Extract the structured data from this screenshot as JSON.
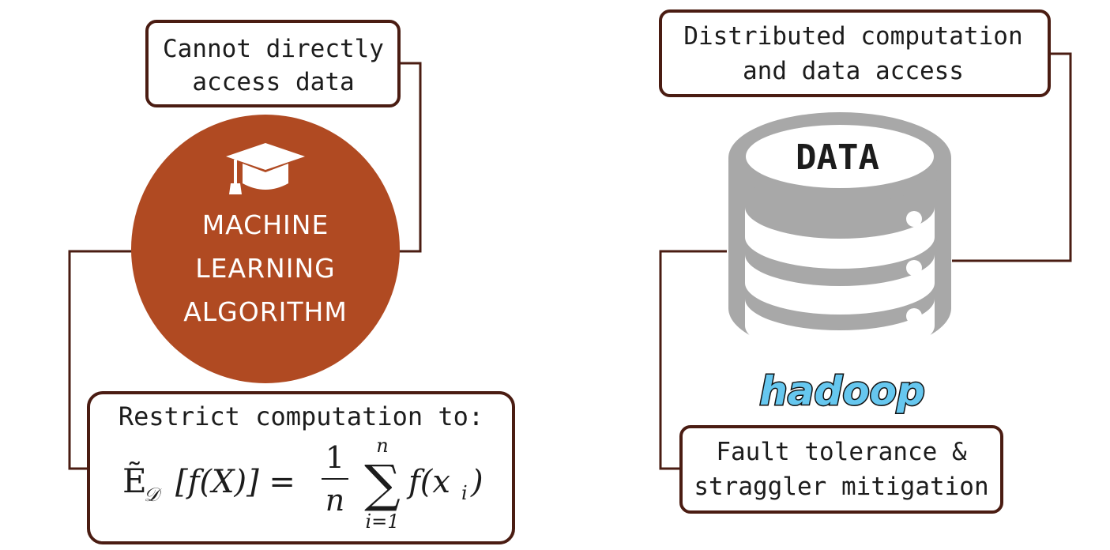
{
  "left": {
    "top_note": [
      "Cannot directly",
      "access data"
    ],
    "circle_label": [
      "MACHINE",
      "LEARNING",
      "ALGORITHM"
    ],
    "bottom_note": {
      "text": "Restrict computation to:",
      "formula": {
        "lhs": "Ẽ",
        "lhs_sub": "𝒟",
        "lhs_arg": "[f(X)] =",
        "frac_num": "1",
        "frac_den": "n",
        "sum_symbol": "∑",
        "sum_upper": "n",
        "sum_lower": "i=1",
        "rhs": "f(x",
        "rhs_sub": "i",
        "rhs_close": ")"
      }
    }
  },
  "right": {
    "top_note": [
      "Distributed computation",
      "and data access"
    ],
    "database_label": "DATA",
    "logo_text": "hadoop",
    "bottom_note": [
      "Fault tolerance &",
      "straggler mitigation"
    ]
  },
  "colors": {
    "accent": "#b04a22",
    "border": "#4a1c12",
    "database_gray": "#a8a8a8",
    "logo_blue": "#66c7ef"
  },
  "icons": [
    "graduation-cap-icon",
    "database-icon",
    "hadoop-logo"
  ]
}
